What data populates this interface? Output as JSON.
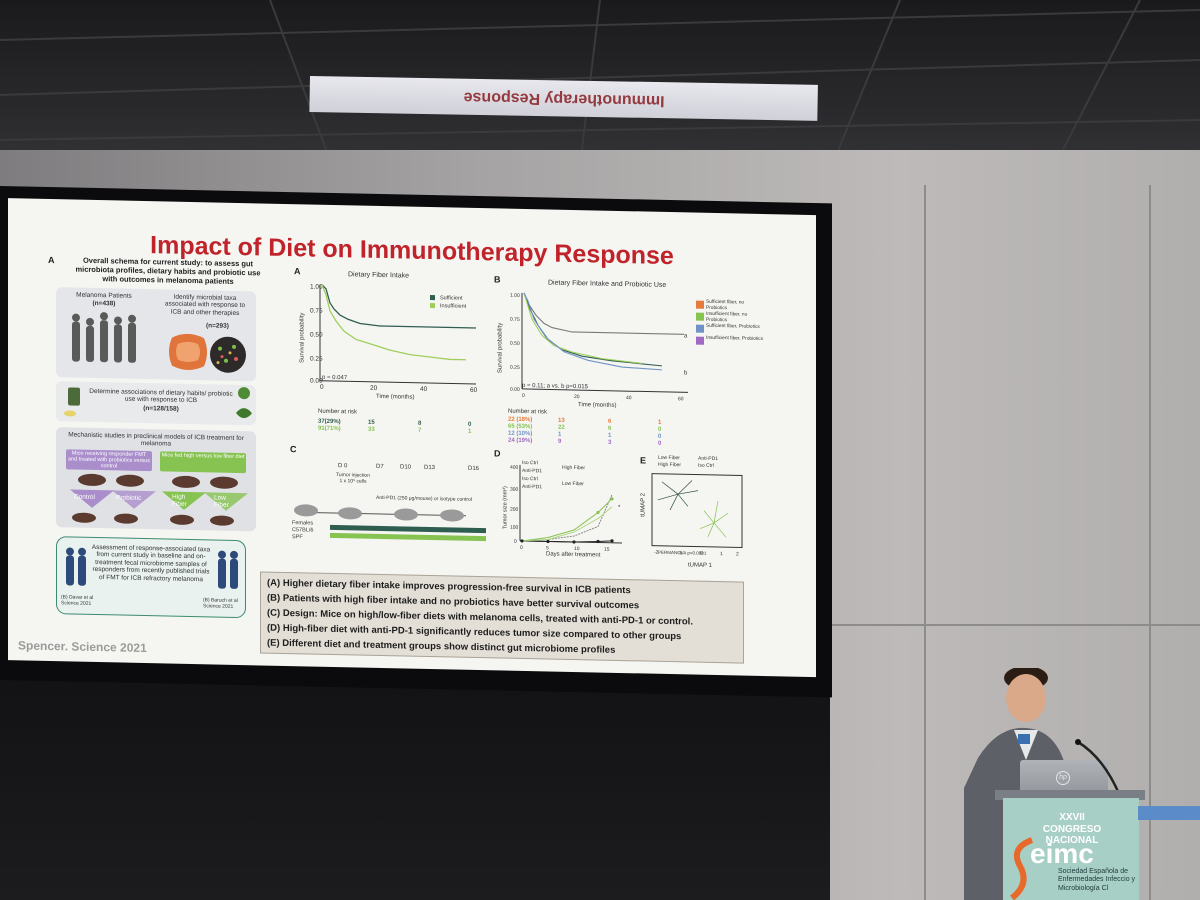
{
  "ceiling_sign": "Immunotherapy Response",
  "slide": {
    "title": "Impact of Diet on Immunotherapy Response",
    "citation": "Spencer. Science 2021",
    "schema": {
      "letter": "A",
      "title": "Overall schema for current study: to assess gut microbiota profiles, dietary habits and probiotic use with outcomes in melanoma patients",
      "patients_label": "Melanoma Patients",
      "patients_n": "(n=438)",
      "taxa_label": "Identify microbial taxa associated with response to ICB and other therapies",
      "taxa_n": "(n=293)",
      "diet_label": "Determine associations of dietary habits/ probiotic use with response to ICB",
      "diet_n": "(n=128/158)",
      "mech_label": "Mechanistic studies in preclinical models of ICB treatment for melanoma",
      "mice_fmt": "Mice receiving responder FMT and treated with probiotics versus control",
      "mice_fiber": "Mice fed high versus low fiber diet",
      "control": "Control",
      "probiotic": "Probiotic",
      "high_fiber": "High Fiber",
      "low_fiber": "Low Fiber",
      "assessment": "Assessment of response-associated taxa from current study in baseline and on-treatment fecal microbiome samples of responders from recently published trials of FMT for ICB refractory melanoma",
      "ref_left": "(B) Davar et al Science 2021",
      "ref_right": "(B) Baruch et al Science 2021"
    },
    "panel_a": {
      "letter": "A",
      "title": "Dietary Fiber Intake",
      "ylabel": "Survival probability",
      "xlabel": "Time (months)",
      "p_value": "p = 0.047",
      "legend": [
        "Sufficient",
        "Insufficient"
      ],
      "at_risk_label": "Number at risk",
      "at_risk_rows": [
        [
          "37(29%)",
          "15",
          "8",
          "0"
        ],
        [
          "91(71%)",
          "33",
          "7",
          "1"
        ]
      ]
    },
    "panel_b": {
      "letter": "B",
      "title": "Dietary Fiber Intake and Probiotic Use",
      "ylabel": "Survival probability",
      "xlabel": "Time (months)",
      "p_value": "p = 0.11; a vs. b p=0.015",
      "legend": [
        "Sufficient fiber, no Probiotics",
        "Insufficient fiber, no Probiotics",
        "Sufficient fiber, Probiotics",
        "Insufficient fiber, Probiotics"
      ],
      "at_risk_label": "Number at risk",
      "at_risk_rows": [
        [
          "22 (18%)",
          "13",
          "6",
          "1"
        ],
        [
          "65 (53%)",
          "22",
          "6",
          "0"
        ],
        [
          "12 (10%)",
          "1",
          "1",
          "0"
        ],
        [
          "24 (19%)",
          "9",
          "3",
          "0"
        ]
      ]
    },
    "panel_c": {
      "letter": "C",
      "timeline": [
        "D 0",
        "D7",
        "D10",
        "D13",
        "D16"
      ],
      "injection": "Tumor injection 1 x 10⁵ cells",
      "treatment": "Anti-PD1 (250 μg/mouse) or isotype control",
      "groups": [
        "Females",
        "C57BL/6",
        "SPF"
      ]
    },
    "panel_d": {
      "letter": "D",
      "ylabel": "Tumor size (mm³)",
      "xlabel": "Days after treatment",
      "legend": [
        "Iso Ctrl",
        "Anti-PD1",
        "Iso Ctrl",
        "Anti-PD1"
      ],
      "group_labels": [
        "High Fiber",
        "Low Fiber"
      ]
    },
    "panel_e": {
      "letter": "E",
      "legend": [
        "Low Fiber",
        "High Fiber",
        "Anti-PD1",
        "Iso Ctrl"
      ],
      "xlabel": "tUMAP 1",
      "ylabel": "tUMAP 2",
      "stat": "PERMANOVA p<0.0001"
    },
    "captions": [
      "(A) Higher dietary fiber intake improves progression-free survival in ICB patients",
      "(B) Patients with high fiber intake and no probiotics have better survival outcomes",
      "(C) Design: Mice on high/low-fiber diets with melanoma cells, treated with anti-PD-1 or control.",
      "(D) High-fiber diet with anti-PD-1 significantly reduces tumor size compared to other groups",
      "(E) Different diet and treatment groups show distinct gut microbiome profiles"
    ]
  },
  "podium": {
    "line1": "XXVII",
    "line2": "CONGRESO",
    "line3": "NACIONAL",
    "brand": "eimc",
    "sub": "Sociedad Española de Enfermedades Infeccio y Microbiología Cl"
  },
  "laptop_logo": "hp",
  "colors": {
    "title_red": "#c0232a",
    "sufficient": "#2f5d50",
    "insufficient": "#9fcf5a",
    "podium": "#a8cfc5"
  }
}
